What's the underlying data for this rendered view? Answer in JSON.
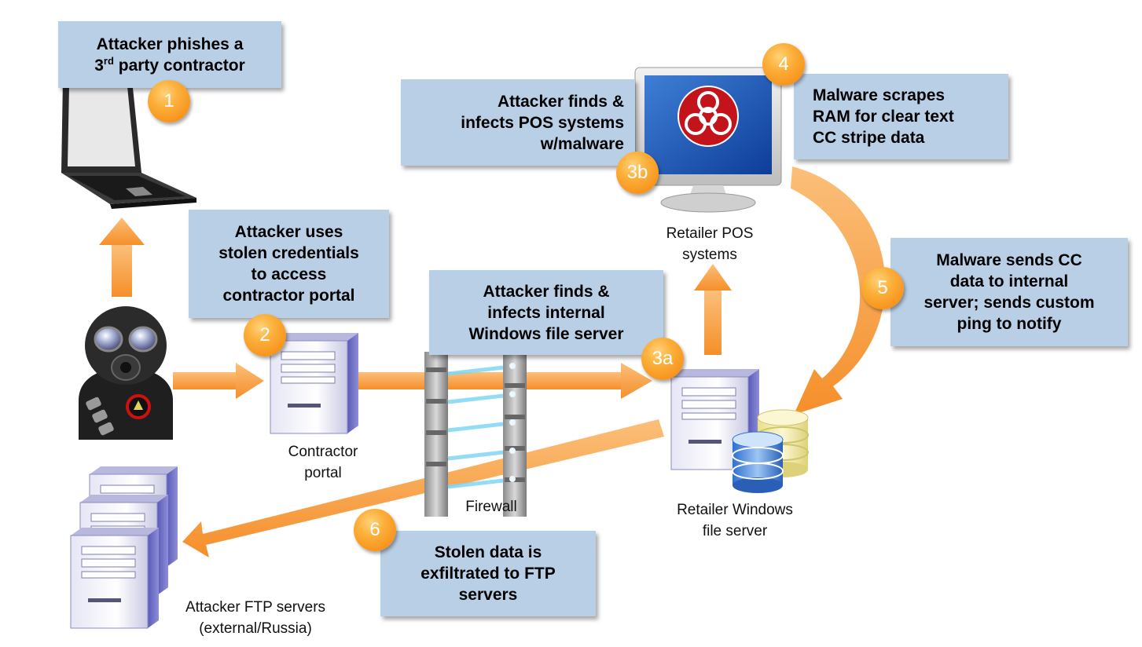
{
  "steps": {
    "s1": {
      "badge": "1",
      "text": "Attacker phishes a 3rd party contractor",
      "sup_pre": "Attacker phishes a\n3",
      "sup": "rd",
      "sup_post": " party contractor"
    },
    "s2": {
      "badge": "2",
      "text": "Attacker uses\nstolen credentials\nto access\ncontractor portal"
    },
    "s3a": {
      "badge": "3a",
      "text": "Attacker finds &\ninfects internal\nWindows file server"
    },
    "s3b": {
      "badge": "3b",
      "text": "Attacker finds &\ninfects POS systems\nw/malware"
    },
    "s4": {
      "badge": "4",
      "text": "Malware scrapes\nRAM for clear text\nCC stripe data"
    },
    "s5": {
      "badge": "5",
      "text": "Malware sends CC\ndata to internal\nserver; sends custom\nping to notify"
    },
    "s6": {
      "badge": "6",
      "text": "Stolen data is\nexfiltrated to FTP\nservers"
    }
  },
  "labels": {
    "contractor_portal": "Contractor\nportal",
    "firewall": "Firewall",
    "pos": "Retailer POS\nsystems",
    "file_server": "Retailer Windows\nfile server",
    "ftp": "Attacker FTP servers\n(external/Russia)"
  },
  "colors": {
    "box_fill": "#b9cfe6",
    "arrow_orange": "#f7a04b",
    "badge_orange": "#f7941d"
  },
  "icons": {
    "laptop": "laptop-icon",
    "attacker": "hacker-gasmask-icon",
    "server": "server-tower-icon",
    "firewall": "firewall-icon",
    "monitor": "monitor-biohazard-icon",
    "database": "database-icon"
  }
}
